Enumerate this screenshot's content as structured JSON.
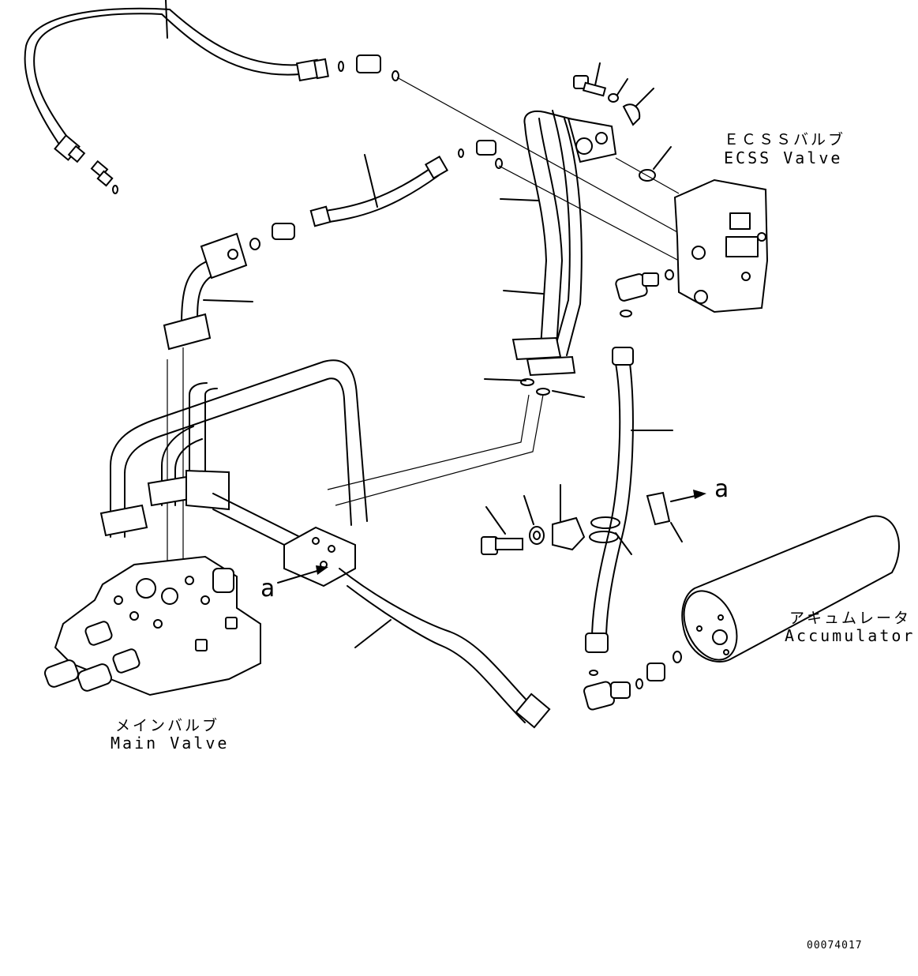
{
  "labels": {
    "ecss_valve_jp": "ＥＣＳＳバルブ",
    "ecss_valve_en": "ECSS Valve",
    "main_valve_jp": "メインバルブ",
    "main_valve_en": "Main Valve",
    "accumulator_jp": "アキュムレータ",
    "accumulator_en": "Accumulator",
    "ref_a_right": "a",
    "ref_a_left": "a",
    "drawing_number": "00074017"
  }
}
